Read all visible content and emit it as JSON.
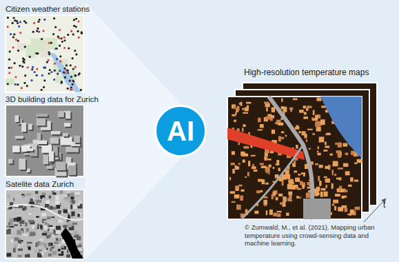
{
  "diagram": {
    "nodes": [
      {
        "text": [
          "Citizen weather stations"
        ]
      },
      {
        "text": [
          "3D building data for Zurich"
        ]
      },
      {
        "text": [
          "Satelite data Zurich"
        ]
      },
      {
        "text": [
          "AI"
        ]
      },
      {
        "text": [
          "High-resolution temperature maps"
        ]
      }
    ],
    "labels": [
      "t"
    ],
    "caption": "© Zumwald, M., et al. (2021). Mapping urban temperature using crowd-sensing data and machine learning."
  }
}
